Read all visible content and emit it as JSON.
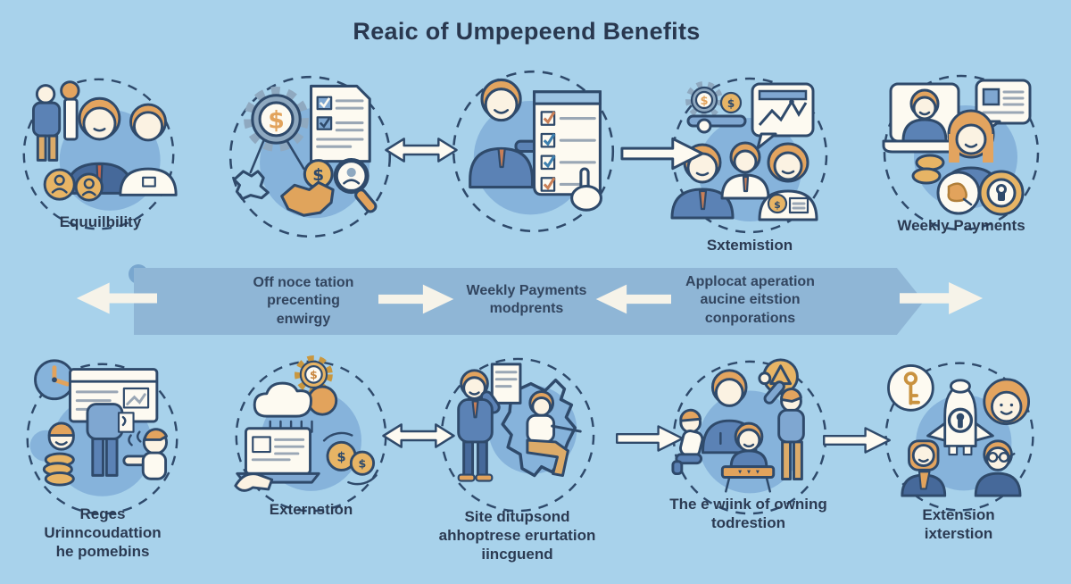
{
  "title": "Reaic of Umpepeend Benefits",
  "colors": {
    "background": "#a8d2eb",
    "ribbon": "#8fb6d6",
    "text": "#2b3a52",
    "outline": "#2f4a6b",
    "accent_orange": "#e2a35c",
    "accent_blue": "#5b82b5",
    "arrow_fill": "#fdfaf1"
  },
  "top_row": [
    {
      "label": "Equuilbility",
      "icons": [
        "advisor-people-icon",
        "businessman-bust-icon",
        "employee-bust-icon",
        "person-coin-icon",
        "person-coin-icon"
      ]
    },
    {
      "label": "",
      "icons": [
        "dollar-gear-icon",
        "checklist-document-icon",
        "dollar-coin-icon",
        "magnifier-person-icon",
        "state-map-icon",
        "alaska-map-icon"
      ]
    },
    {
      "label": "",
      "icons": [
        "presenter-bust-icon",
        "checklist-panel-icon",
        "pointing-hand-icon"
      ]
    },
    {
      "label": "Sxtemistion",
      "icons": [
        "dollar-gear-icon",
        "dollar-coin-icon",
        "slider-icon",
        "chart-bubble-icon",
        "businessman-bust-icon",
        "coworker-bust-icon",
        "woman-coin-bust-icon"
      ]
    },
    {
      "label": "Weekly Payments",
      "icons": [
        "video-call-screen-icon",
        "document-bubble-icon",
        "woman-bust-icon",
        "coin-stack-icon",
        "money-circle-icon",
        "lock-coin-icon"
      ]
    }
  ],
  "ribbon": {
    "segments": [
      {
        "text": "Off noce tation\nprecenting\nenwirgy"
      },
      {
        "text": "Weekly Payments\nmodprents"
      },
      {
        "text": "Applocat aperation\naucine eitstion\nconporations"
      }
    ],
    "arrow_directions": [
      "left",
      "right",
      "left",
      "right"
    ]
  },
  "connector_arrows": {
    "top": [
      "double",
      "right"
    ],
    "bottom": [
      "double",
      "right",
      "right"
    ]
  },
  "bottom_row": [
    {
      "label": "Reges\nUrinncoudattion\nhe pomebins",
      "icons": [
        "clock-icon",
        "browser-window-icon",
        "jobseeker-figure-icon",
        "kid-coins-icon",
        "waving-kid-icon"
      ]
    },
    {
      "label": "Externstion",
      "icons": [
        "dollar-gear-icon",
        "rain-cloud-icon",
        "laptop-card-icon",
        "hand-icon",
        "coins-exchange-icon"
      ]
    },
    {
      "label": "Site ditupsond\nahhoptrese erurtation\niincguend",
      "icons": [
        "caseworker-doc-icon",
        "us-map-icon",
        "seated-claimant-icon"
      ]
    },
    {
      "label": "The e wiink of owning\ntodrestion",
      "icons": [
        "warning-triangle-badge-icon",
        "parent-bust-icon",
        "kneeling-child-icon",
        "child-at-desk-icon",
        "parent-raising-arm-icon"
      ]
    },
    {
      "label": "Extension\nixterstion",
      "icons": [
        "key-bubble-icon",
        "rocket-lock-icon",
        "woman-face-icon",
        "scarf-woman-bust-icon",
        "glasses-person-bust-icon"
      ]
    }
  ]
}
